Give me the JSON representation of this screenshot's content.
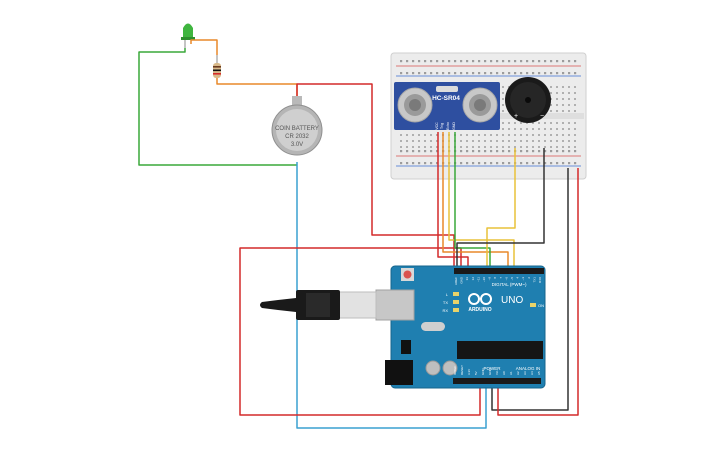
{
  "colors": {
    "wire_green": "#3aa83a",
    "wire_orange": "#e8892a",
    "wire_red": "#d42a2a",
    "wire_yellow": "#e9c23a",
    "wire_black": "#333333",
    "wire_blue": "#3aa0d0",
    "arduino_board": "#1f7fb0",
    "sensor_board": "#2e4fa0",
    "breadboard": "#ececec"
  },
  "components": {
    "battery": {
      "line1": "COIN BATTERY",
      "line2": "CR 2032",
      "line3": "3.0V"
    },
    "sensor": {
      "model": "HC-SR04",
      "pins": [
        "VCC",
        "Trig",
        "Echo",
        "GND"
      ]
    },
    "buzzer": {
      "plus": "+",
      "minus": "−"
    },
    "arduino": {
      "brand": "ARDUINO",
      "model": "UNO",
      "digital_label": "DIGITAL (PWM~)",
      "power_label": "POWER",
      "analog_label": "ANALOG IN",
      "on_label": "ON",
      "tx_label": "TX",
      "rx_label": "RX",
      "l_label": "L",
      "ioref_labels": [
        "IOREF",
        "RESET",
        "3.3V",
        "5V",
        "GND",
        "GND",
        "Vin"
      ],
      "analog_pins": [
        "A0",
        "A1",
        "A2",
        "A3",
        "A4",
        "A5"
      ],
      "digital_pins": [
        "AREF",
        "GND",
        "13",
        "12",
        "~11",
        "~10",
        "~9",
        "8",
        "7",
        "~6",
        "~5",
        "4",
        "~3",
        "2",
        "TX1",
        "RX0"
      ]
    }
  }
}
